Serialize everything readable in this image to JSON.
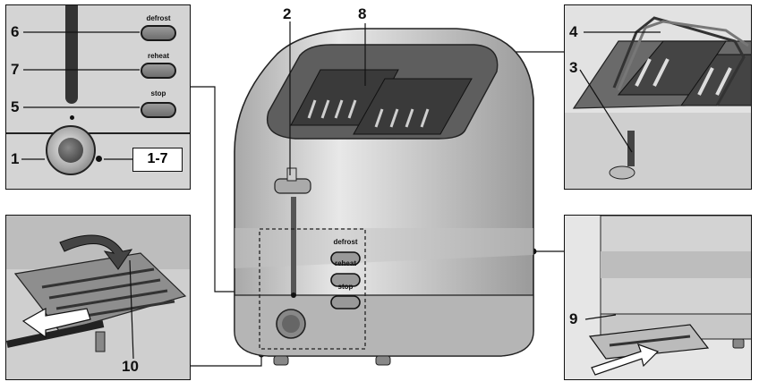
{
  "callouts": {
    "c1": "1",
    "c2": "2",
    "c3": "3",
    "c4": "4",
    "c5": "5",
    "c6": "6",
    "c7": "7",
    "c8": "8",
    "c9": "9",
    "c10": "10",
    "range": "1-7"
  },
  "buttons": {
    "defrost": "defrost",
    "reheat": "reheat",
    "stop": "stop"
  }
}
